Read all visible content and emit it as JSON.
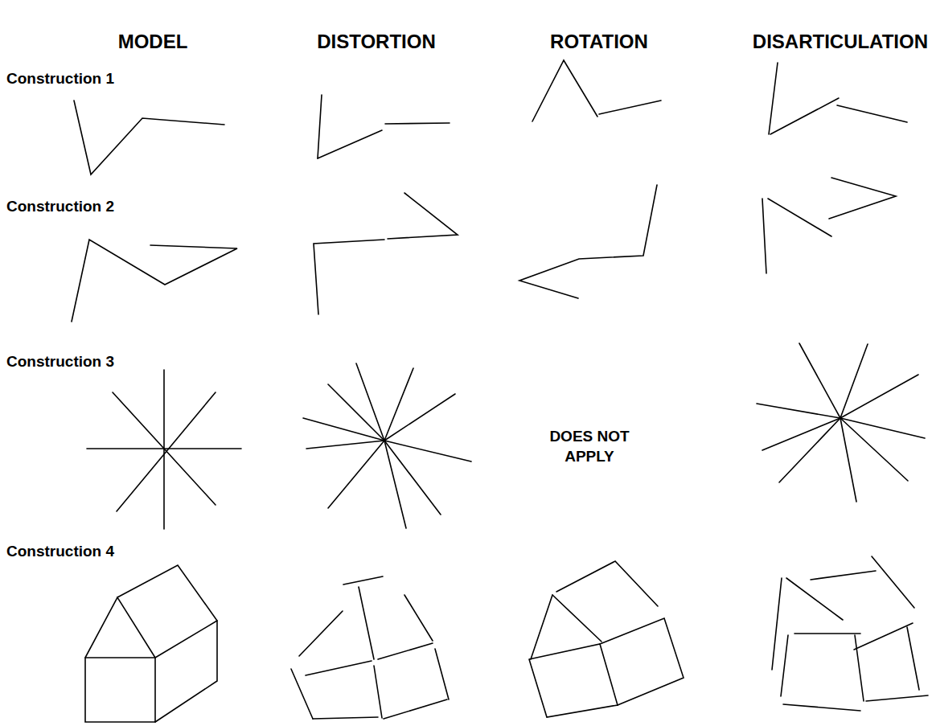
{
  "diagram": {
    "labels": [
      "MODEL",
      "DISTORTION",
      "ROTATION",
      "DISARTICULATION",
      "Construction 1",
      "Construction 2",
      "Construction 3",
      "Construction 4",
      "DOES NOT APPLY"
    ]
  }
}
